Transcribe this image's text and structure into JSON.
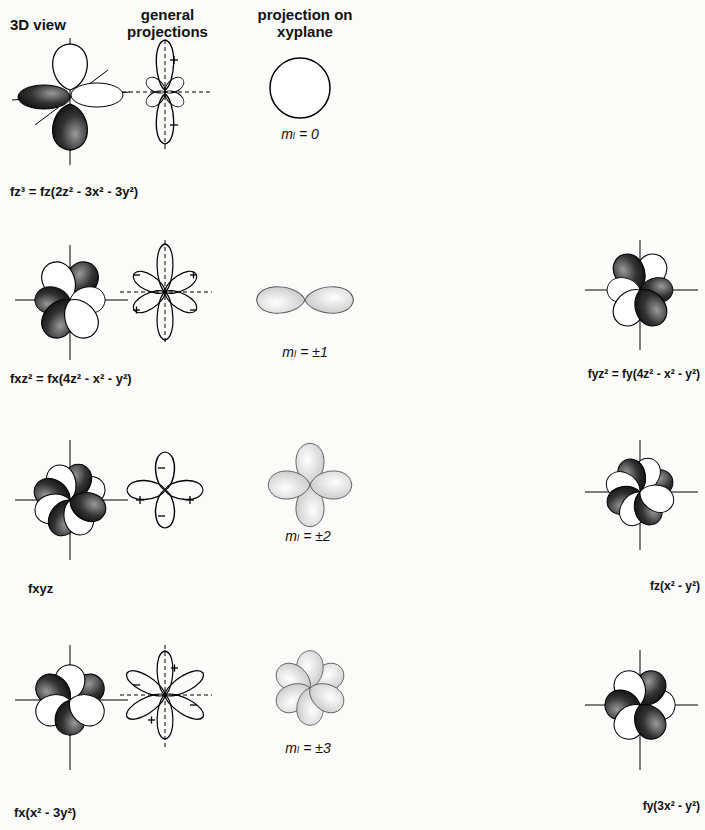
{
  "diagram": {
    "labels": [
      "3D view",
      "general projections",
      "projection on xyplane",
      "mₗ = 0",
      "fz³ = fz(2z² - 3x² - 3y²)",
      "mₗ = ±1",
      "fxz² = fx(4z² - x² - y²)",
      "fyz² = fy(4z² - x² - y²)",
      "fxyz",
      "mₗ = ±2",
      "fz(x² - y²)",
      "mₗ = ±3",
      "fx(x² - 3y²)",
      "fy(3x² - y²)"
    ]
  }
}
